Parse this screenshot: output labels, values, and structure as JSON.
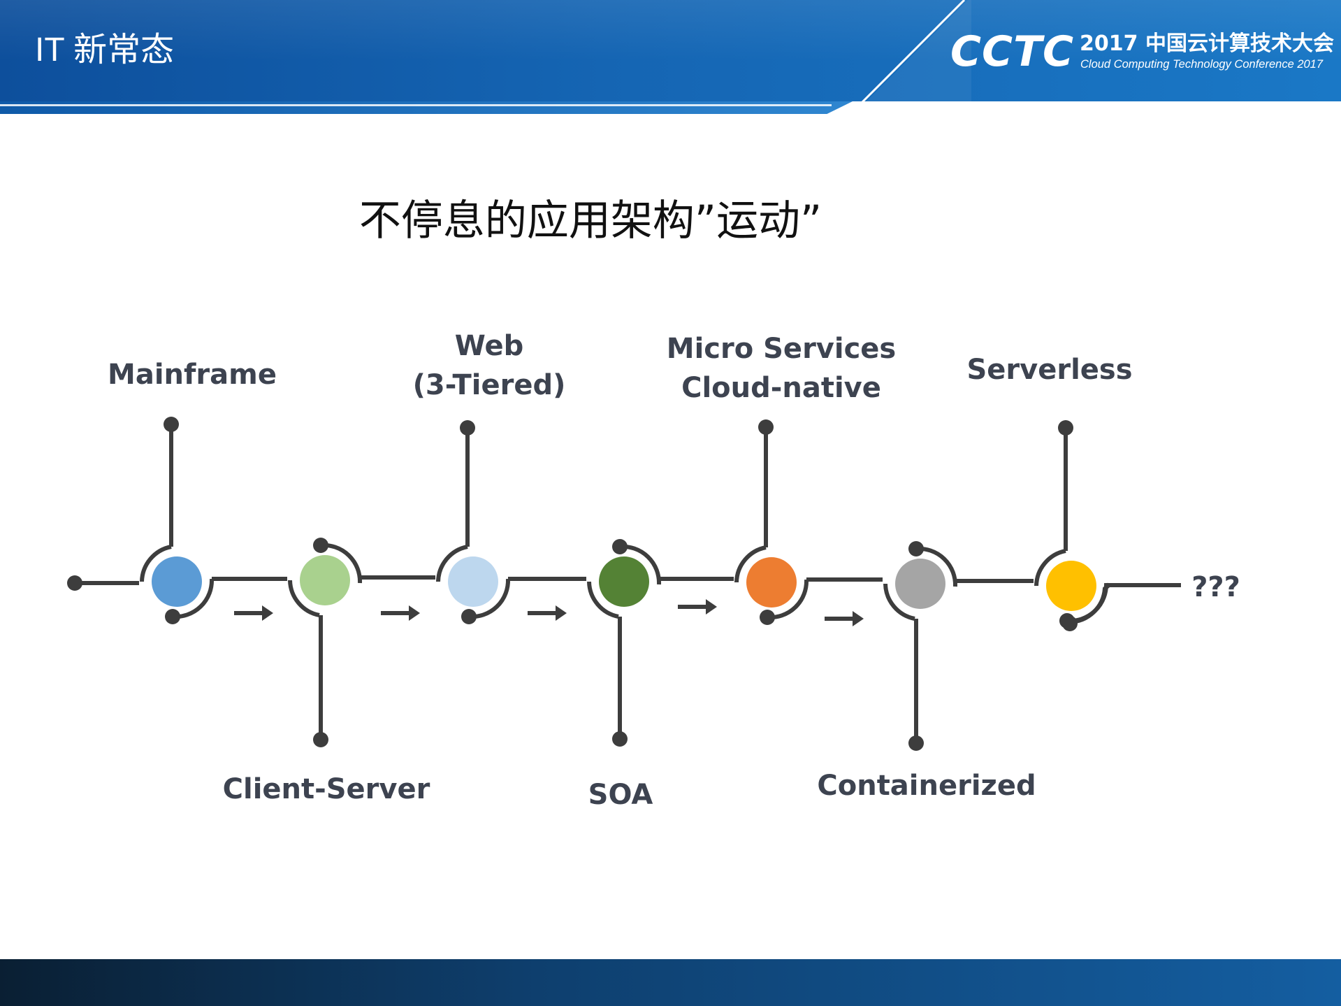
{
  "header": {
    "section_title": "IT 新常态",
    "logo_mark": "CCTC",
    "logo_title": "2017 中国云计算技术大会",
    "logo_subtitle": "Cloud Computing Technology Conference 2017"
  },
  "slide": {
    "title": "不停息的应用架构”运动”"
  },
  "diagram": {
    "stages": [
      {
        "label": "Mainframe",
        "label2": "",
        "color": "#5b9bd5"
      },
      {
        "label": "Client-Server",
        "label2": "",
        "color": "#a9d18e"
      },
      {
        "label": "Web",
        "label2": "(3-Tiered)",
        "color": "#bdd7ee"
      },
      {
        "label": "SOA",
        "label2": "",
        "color": "#548235"
      },
      {
        "label": "Micro Services",
        "label2": "Cloud-native",
        "color": "#ed7d31"
      },
      {
        "label": "Containerized",
        "label2": "",
        "color": "#a5a5a5"
      },
      {
        "label": "Serverless",
        "label2": "",
        "color": "#ffc000"
      }
    ],
    "end_label": "???",
    "line_color": "#3d3d3d"
  },
  "colors": {
    "header_blue": "#1565b3",
    "label_text": "#3d4350"
  }
}
